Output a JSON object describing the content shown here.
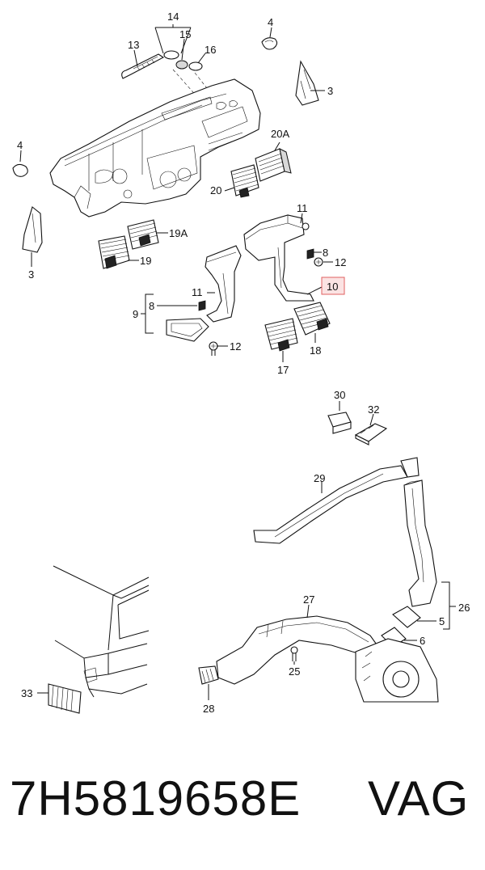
{
  "callouts": {
    "c14": "14",
    "c13": "13",
    "c15": "15",
    "c16": "16",
    "c4a": "4",
    "c3a": "3",
    "c4b": "4",
    "c3b": "3",
    "c20a": "20A",
    "c20": "20",
    "c19a": "19A",
    "c19": "19",
    "c11a": "11",
    "c8a": "8",
    "c12a": "12",
    "c10": "10",
    "c11b": "11",
    "c8b": "8",
    "c9": "9",
    "c12b": "12",
    "c18": "18",
    "c17": "17",
    "c30": "30",
    "c32": "32",
    "c29": "29",
    "c27": "27",
    "c26": "26",
    "c5": "5",
    "c6": "6",
    "c25": "25",
    "c33": "33",
    "c28": "28"
  },
  "highlighted_callout": "10",
  "highlight_color": "#fbe3e3",
  "highlight_border_color": "#e06060",
  "footer": {
    "part_number": "7H5819658E",
    "brand": "VAG"
  }
}
